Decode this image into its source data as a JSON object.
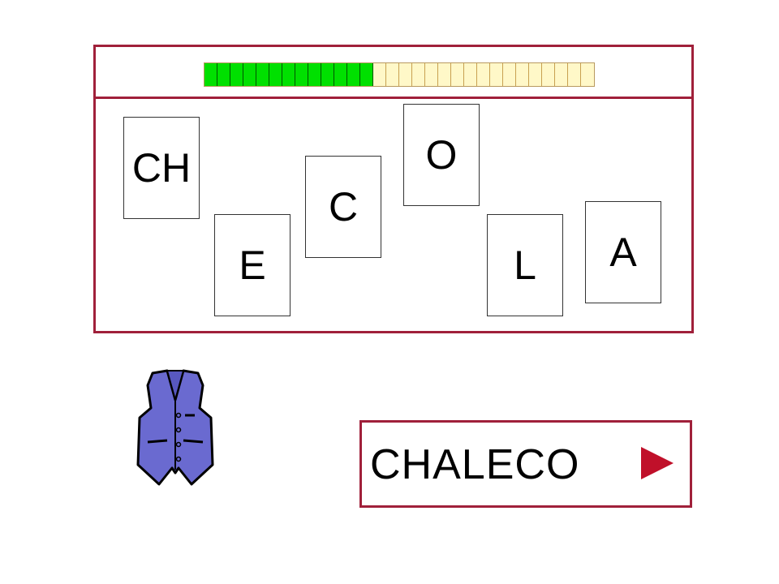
{
  "colors": {
    "frame": "#a0203a",
    "progress_filled": "#00e000",
    "progress_empty": "#fff8c8",
    "vest": "#6a6ad0",
    "play": "#c0102a"
  },
  "progress": {
    "filled": 13,
    "total": 30
  },
  "tiles": [
    {
      "label": "CH"
    },
    {
      "label": "E"
    },
    {
      "label": "C"
    },
    {
      "label": "O"
    },
    {
      "label": "L"
    },
    {
      "label": "A"
    }
  ],
  "answer": {
    "word": "CHALECO",
    "play_icon": "play-triangle-icon"
  },
  "picture": {
    "icon": "vest-icon"
  }
}
